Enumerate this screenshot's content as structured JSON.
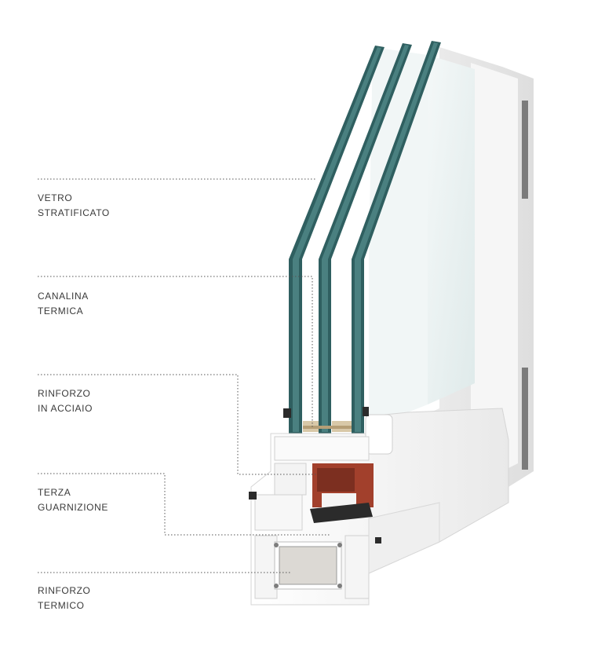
{
  "callouts": [
    {
      "id": "vetro-stratificato",
      "lines": [
        "VETRO",
        "STRATIFICATO"
      ]
    },
    {
      "id": "canalina-termica",
      "lines": [
        "CANALINA",
        "TERMICA"
      ]
    },
    {
      "id": "rinforzo-in-acciaio",
      "lines": [
        "RINFORZO",
        "IN ACCIAIO"
      ]
    },
    {
      "id": "terza-guarnizione",
      "lines": [
        "TERZA",
        "GUARNIZIONE"
      ]
    },
    {
      "id": "rinforzo-termico",
      "lines": [
        "RINFORZO",
        "TERMICO"
      ]
    }
  ],
  "colors": {
    "glass_edge": "#2f5f60",
    "glass_face": "#e8f1f1",
    "frame": "#f7f7f7",
    "steel": "#a2402c",
    "thermal_insert": "#dcd9d4",
    "spacer": "#d8c8a8",
    "gasket": "#2b2b2b",
    "leader": "#555555",
    "text": "#3a3a3a"
  }
}
